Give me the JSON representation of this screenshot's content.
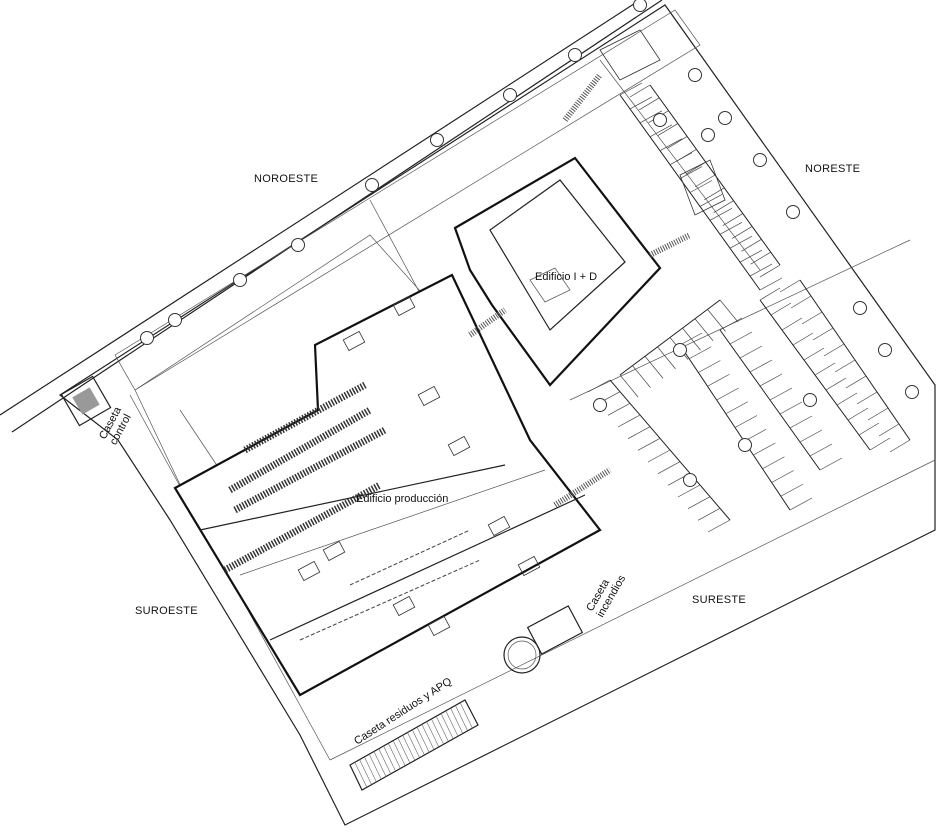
{
  "plan": {
    "zones": {
      "northwest": "NOROESTE",
      "northeast": "NORESTE",
      "southwest": "SUROESTE",
      "southeast": "SURESTE"
    },
    "buildings": {
      "rnd": "Edificio I + D",
      "production": "Edificio producción",
      "control_booth": [
        "Caseta",
        "control"
      ],
      "fire_booth": [
        "Caseta",
        "incendios"
      ],
      "waste_booth": "Caseta residuos y APQ"
    },
    "colors": {
      "line": "#222222",
      "background": "#ffffff",
      "hatch": "#555555"
    }
  }
}
